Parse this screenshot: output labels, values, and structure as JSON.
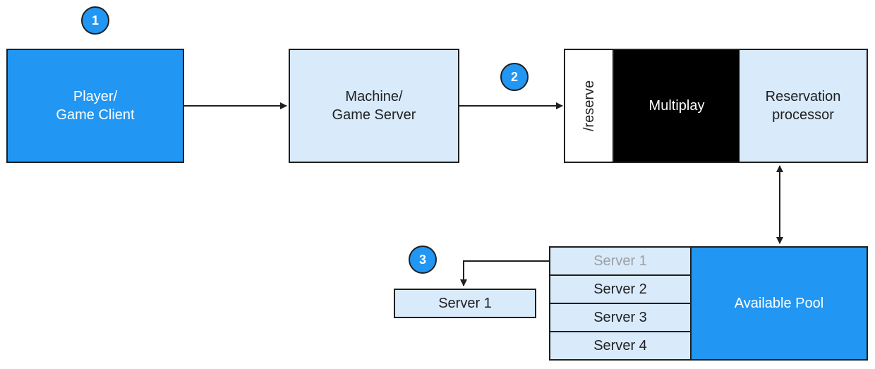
{
  "badges": {
    "step1": "1",
    "step2": "2",
    "step3": "3"
  },
  "boxes": {
    "player_client": "Player/\nGame Client",
    "machine_server": "Machine/\nGame Server",
    "reserve_endpoint": "/reserve",
    "multiplay": "Multiplay",
    "reservation_processor": "Reservation\nprocessor",
    "available_pool": "Available Pool",
    "allocated_server": "Server 1"
  },
  "pool_servers": [
    "Server 1",
    "Server 2",
    "Server 3",
    "Server 4"
  ],
  "colors": {
    "primary_blue": "#2196f3",
    "light_blue": "#d9eafa",
    "black": "#000000",
    "outline": "#1f1f1f",
    "dimmed_text": "#9aa0a6"
  }
}
